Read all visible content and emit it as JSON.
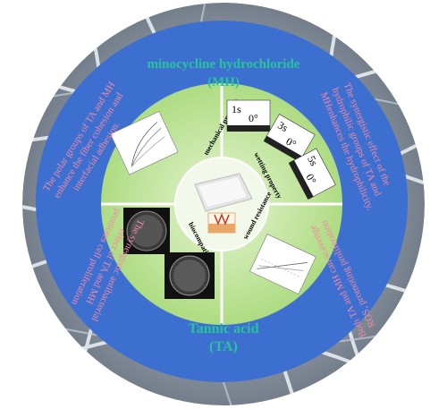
{
  "outer_ring": {
    "top_label": "minocycline hydrochloride",
    "top_abbrev": "(MH)",
    "bottom_label": "Tannic acid",
    "bottom_abbrev": "(TA)",
    "note_upper_left": [
      "The polar groups of TA and MH",
      "enhance the fiber cohesion and",
      "interfacial adhesion."
    ],
    "note_upper_right": [
      "The synergistic effect of the",
      "hydrophilic groups of TA and",
      "MHenhances the hydrophilicity."
    ],
    "note_lower_right": [
      "Both TA and MH can scavenge",
      "ROS, promoting proliferation"
    ],
    "note_lower_left": [
      "The synergistic antibacterial",
      "effect of TA and MH",
      "promotes cell proliferation"
    ]
  },
  "quadrants": {
    "top_left": "mechanical property",
    "top_right": "wetting property",
    "bottom_left": "biocompatibility",
    "bottom_right": "wound resistance"
  },
  "wetting": {
    "steps": [
      {
        "time": "1s",
        "angle": "0°"
      },
      {
        "time": "3s",
        "angle": "0°"
      },
      {
        "time": "5s",
        "angle": "0°"
      }
    ]
  },
  "colors": {
    "blue_ring": "#3d6fd1",
    "green_disc": "#b9e08a",
    "pink_text": "#f08aa3",
    "teal_text": "#27c49a",
    "background_fibers": "#9aa8b8"
  }
}
